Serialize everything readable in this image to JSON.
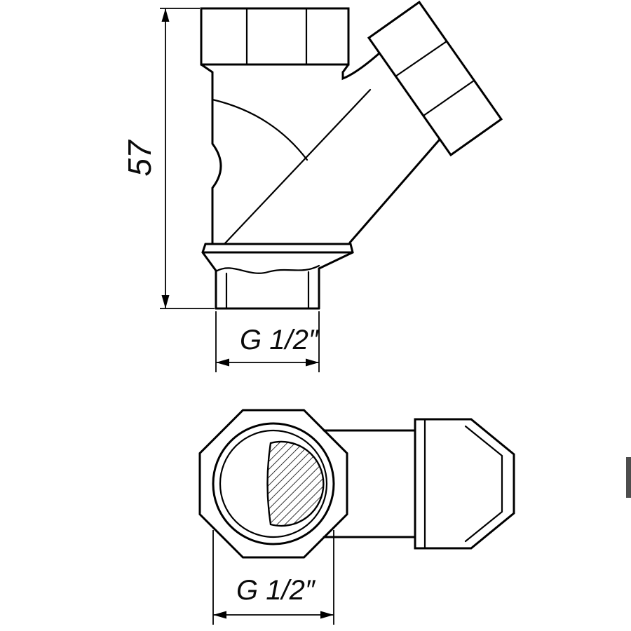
{
  "drawing": {
    "dimensions": {
      "height": "57",
      "thread_front": "G 1/2″",
      "thread_top": "G 1/2″"
    },
    "colors": {
      "line": "#000000",
      "background": "#ffffff",
      "scrollbar": "#4d4d4d"
    }
  }
}
